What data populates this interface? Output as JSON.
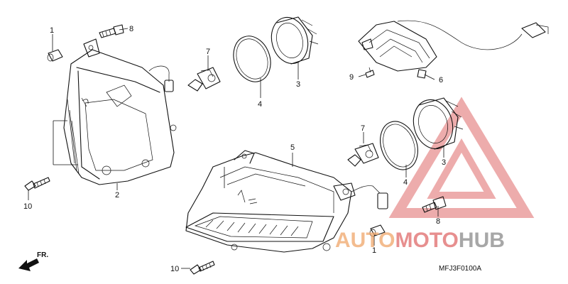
{
  "callouts": {
    "c1_left": "1",
    "c8_top": "8",
    "c7_top": "7",
    "c4_top": "4",
    "c3_top": "3",
    "c9": "9",
    "c6": "6",
    "c2": "2",
    "c10_left": "10",
    "c5": "5",
    "c7_mid": "7",
    "c4_mid": "4",
    "c3_mid": "3",
    "c8_right": "8",
    "c1_bottom": "1",
    "c10_bottom": "10"
  },
  "direction_label": "FR.",
  "diagram_code": "MFJ3F0100A",
  "watermark": {
    "part1": "AUTO",
    "part2": "MOTO",
    "part3": "HUB",
    "color_orange": "#f0a66a",
    "color_red": "#e06a6a",
    "color_gray": "#8a8a8a"
  }
}
